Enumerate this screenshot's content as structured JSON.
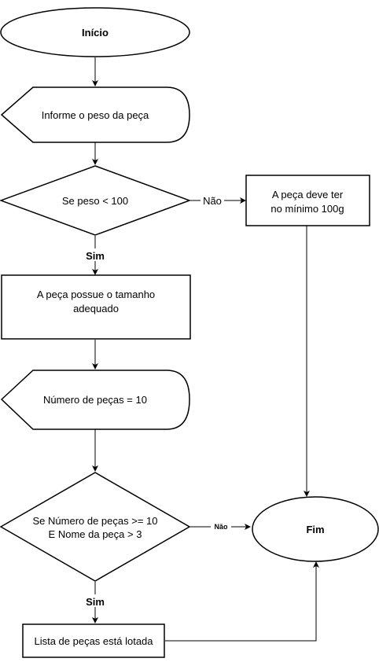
{
  "nodes": {
    "start": "Início",
    "input_weight": "Informe o peso da peça",
    "decision_weight": "Se peso < 100",
    "process_size_ok": "A peça possue o tamanho adequado",
    "input_count": "Número de peças = 10",
    "decision_count_line1": "Se Número de peças >= 10",
    "decision_count_line2": "E Nome da peça > 3",
    "process_min_weight_line1": "A peça deve ter",
    "process_min_weight_line2": "no mínimo 100g",
    "process_list_full": "Lista de peças está lotada",
    "end": "Fim"
  },
  "edge_labels": {
    "weight_no": "Não",
    "weight_yes": "Sim",
    "count_no": "Não",
    "count_yes": "Sim"
  }
}
